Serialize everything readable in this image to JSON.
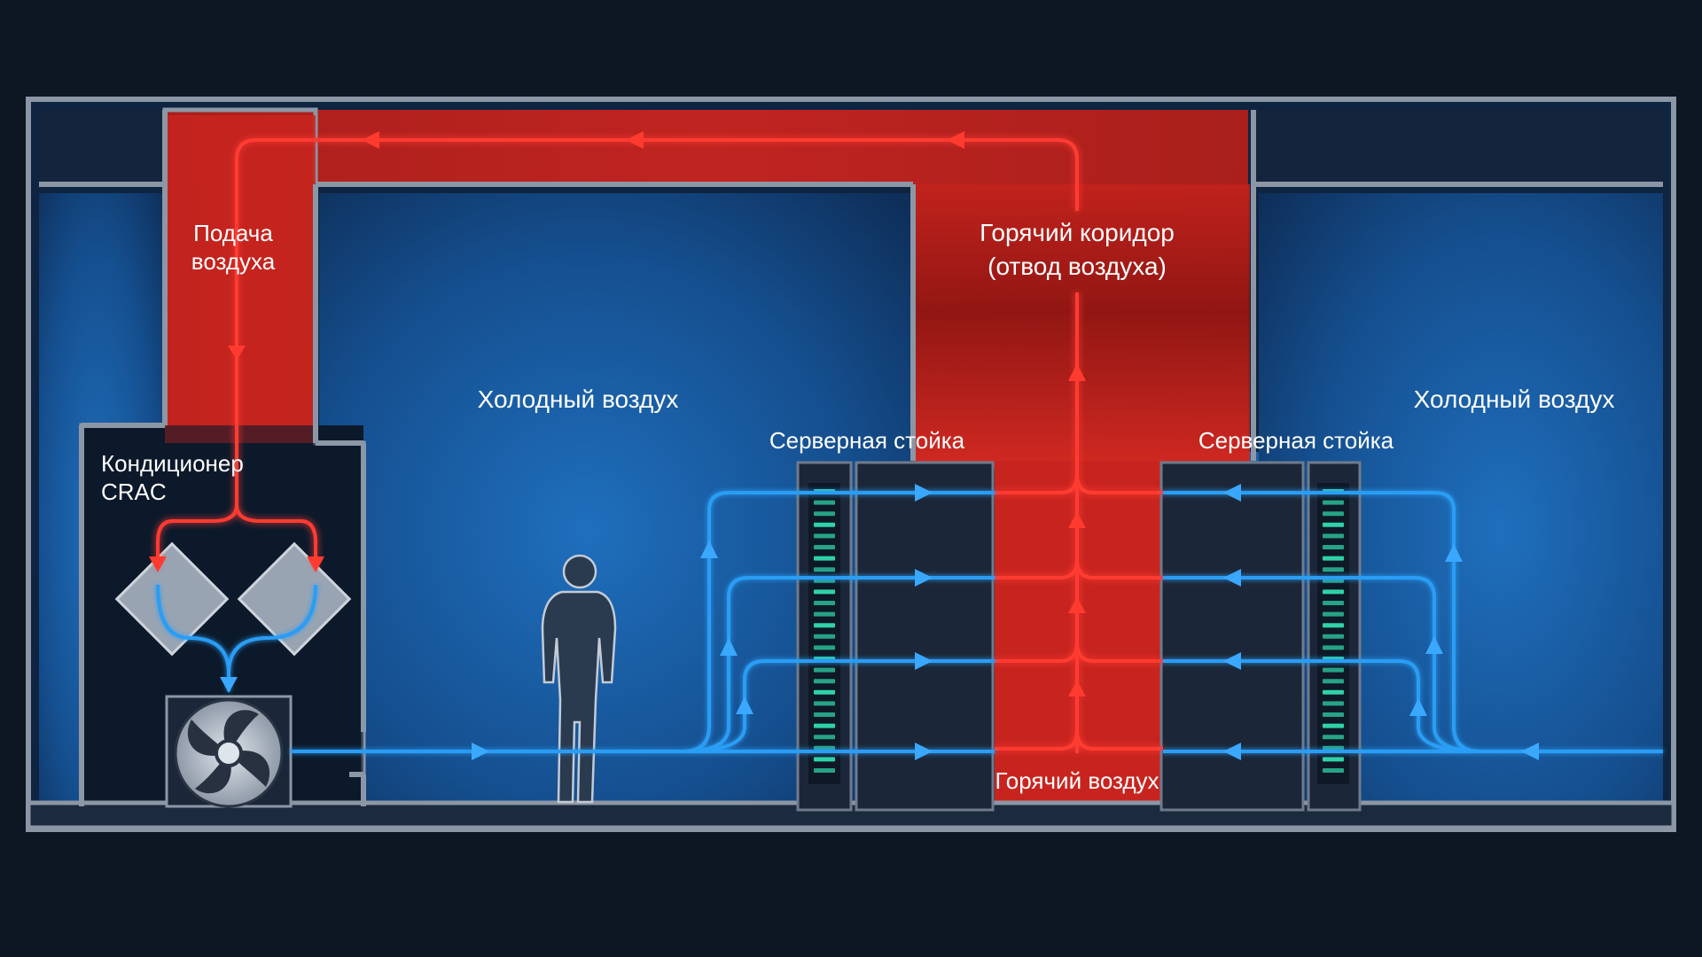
{
  "labels": {
    "supply_line1": "Подача",
    "supply_line2": "воздуха",
    "hot_aisle_line1": "Горячий коридор",
    "hot_aisle_line2": "(отвод воздуха)",
    "cold_air_left": "Холодный воздух",
    "cold_air_right": "Холодный воздух",
    "crac_line1": "Кондиционер",
    "crac_line2": "CRAC",
    "rack_left": "Серверная стойка",
    "rack_right": "Серверная стойка",
    "hot_air": "Горячий воздух"
  },
  "colors": {
    "background": "#0d1623",
    "cold_zone": "#1a5fa6",
    "hot_zone": "#c8241f",
    "cold_flow": "#2a9df4",
    "hot_flow": "#ff3b30",
    "wall": "#8c97a6",
    "rack": "#1b2738",
    "rack_led": "#2fd2a8"
  },
  "icons": [
    "fan-icon",
    "person-icon",
    "server-rack-icon",
    "cooling-coil-icon"
  ]
}
